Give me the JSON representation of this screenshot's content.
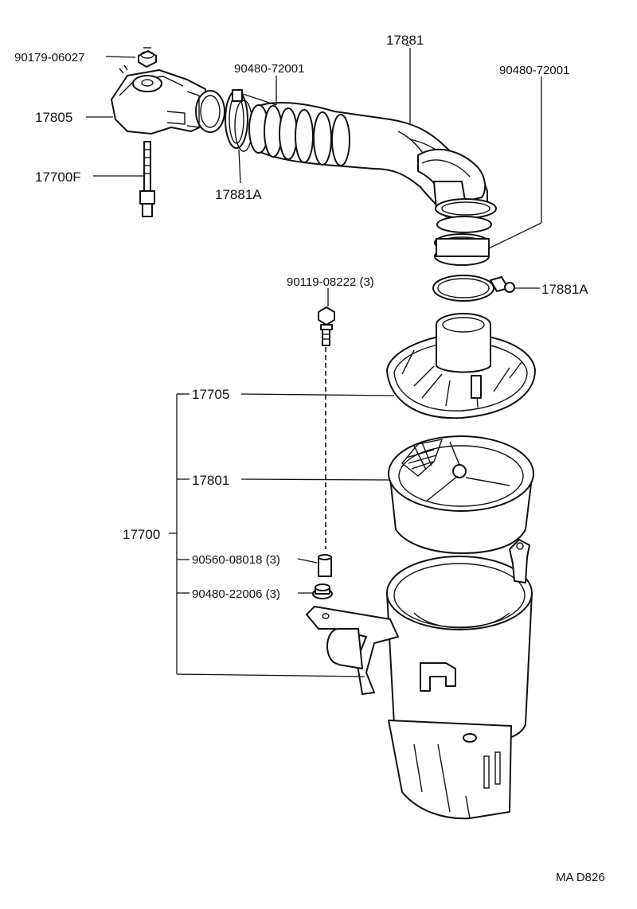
{
  "labels": {
    "p90179": "90179-06027",
    "p90480_left": "90480-72001",
    "p17881": "17881",
    "p90480_right": "90480-72001",
    "p17805": "17805",
    "p17700F": "17700F",
    "p17881A_left": "17881A",
    "p90119": "90119-08222 (3)",
    "p17881A_right": "17881A",
    "p17705": "17705",
    "p17801": "17801",
    "p17700": "17700",
    "p90560": "90560-08018 (3)",
    "p90480_grommet": "90480-22006 (3)"
  },
  "footer": {
    "code": "MA  D826"
  }
}
